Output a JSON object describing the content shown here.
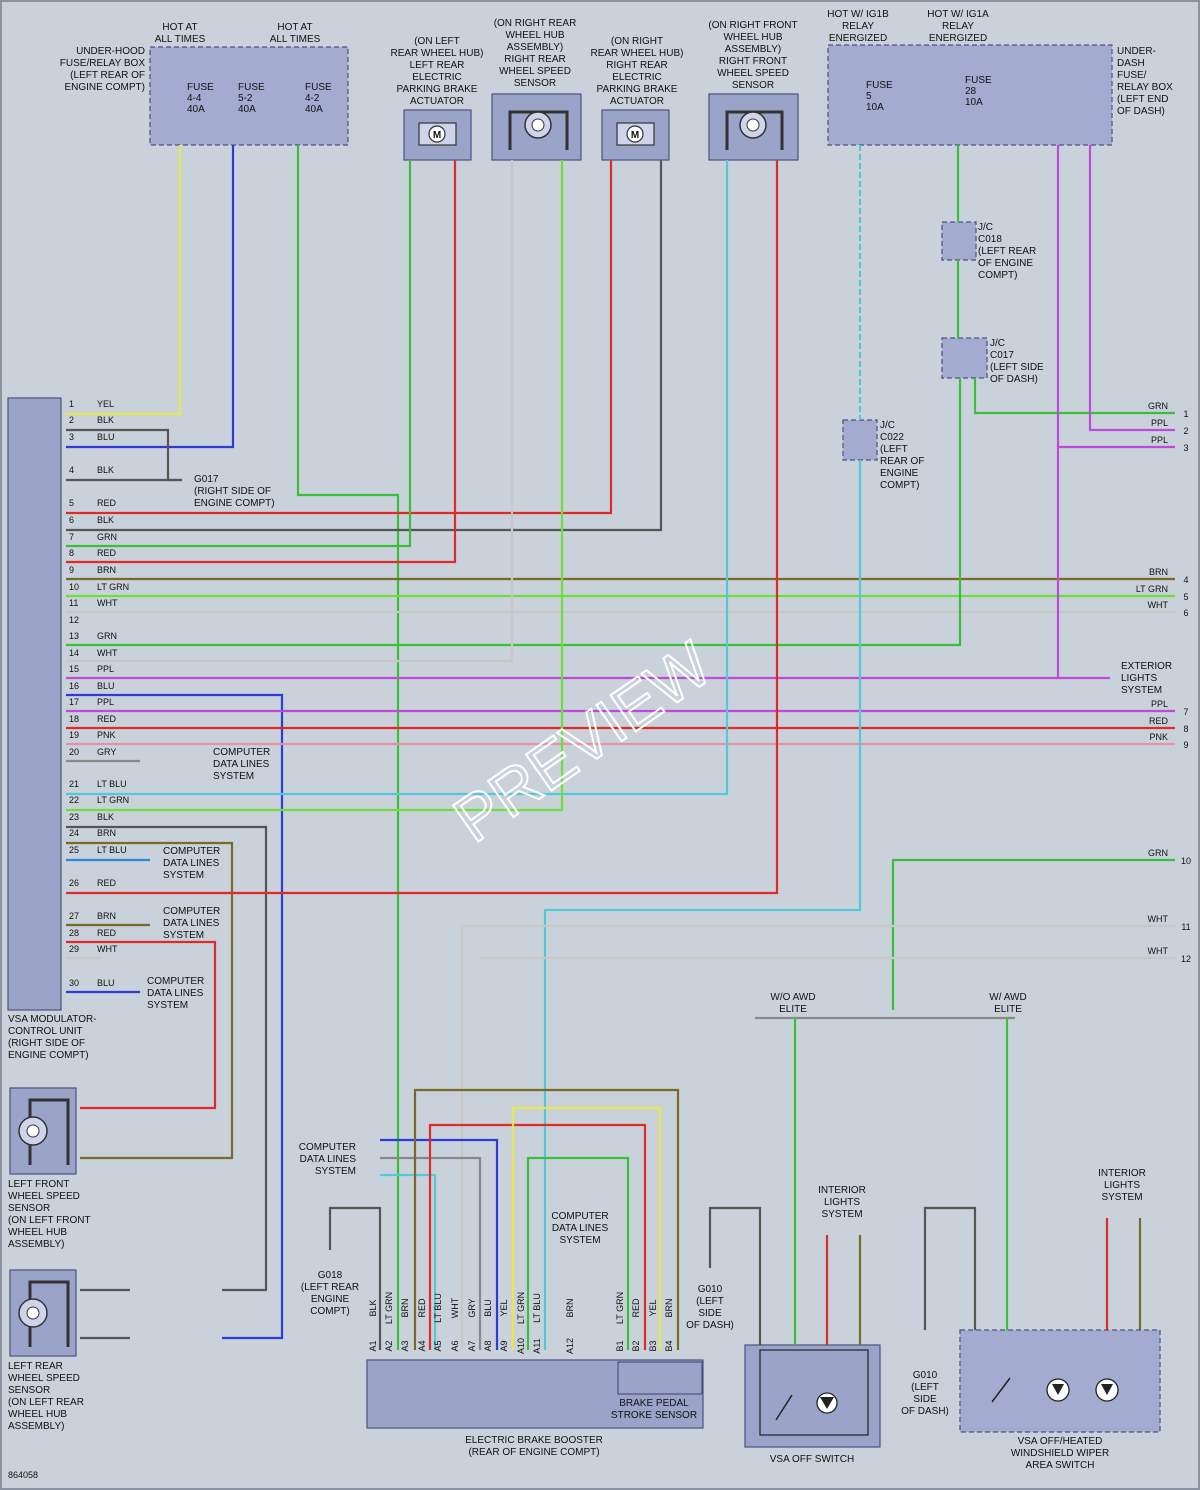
{
  "diagram_id": "864058",
  "watermark": "PREVIEW",
  "top_headers": {
    "hot1": "HOT AT|ALL TIMES",
    "hot2": "HOT AT|ALL TIMES",
    "hot3": "HOT W/ IG1B|RELAY|ENERGIZED",
    "hot4": "HOT W/ IG1A|RELAY|ENERGIZED"
  },
  "components": {
    "underhood_box": "UNDER-HOOD|FUSE/RELAY BOX|(LEFT REAR OF|ENGINE COMPT)",
    "underdash_box": "UNDER-|DASH|FUSE/|RELAY BOX|(LEFT END|OF DASH)",
    "lr_brake": "(ON LEFT|REAR WHEEL HUB)|LEFT REAR|ELECTRIC|PARKING BRAKE|ACTUATOR",
    "rr_sensor": "(ON RIGHT REAR|WHEEL HUB|ASSEMBLY)|RIGHT REAR|WHEEL SPEED|SENSOR",
    "rr_brake": "(ON RIGHT|REAR WHEEL HUB)|RIGHT REAR|ELECTRIC|PARKING BRAKE|ACTUATOR",
    "rf_sensor": "(ON RIGHT FRONT|WHEEL HUB|ASSEMBLY)|RIGHT FRONT|WHEEL SPEED|SENSOR",
    "vsa_unit": "VSA MODULATOR-|CONTROL UNIT|(RIGHT SIDE OF|ENGINE COMPT)",
    "lf_sensor": "LEFT FRONT|WHEEL SPEED|SENSOR|(ON LEFT FRONT|WHEEL HUB|ASSEMBLY)",
    "lr_sensor": "LEFT REAR|WHEEL SPEED|SENSOR|(ON LEFT REAR|WHEEL HUB|ASSEMBLY)",
    "brake_booster": "ELECTRIC BRAKE BOOSTER|(REAR OF ENGINE COMPT)",
    "brake_pedal": "BRAKE PEDAL|STROKE SENSOR",
    "vsa_off": "VSA OFF SWITCH",
    "wiper_switch": "VSA OFF/HEATED|WINDSHIELD WIPER|AREA SWITCH"
  },
  "fuses": [
    {
      "label": "FUSE|4-4|40A"
    },
    {
      "label": "FUSE|5-2|40A"
    },
    {
      "label": "FUSE|4-2|40A"
    },
    {
      "label": "FUSE|5|10A"
    },
    {
      "label": "FUSE|28|10A"
    }
  ],
  "junctions": {
    "c018": "J/C|C018|(LEFT REAR|OF ENGINE|COMPT)",
    "c017": "J/C|C017|(LEFT SIDE|OF DASH)",
    "c022": "J/C|C022|(LEFT|REAR OF|ENGINE|COMPT)"
  },
  "grounds": {
    "g017": "G017|(RIGHT SIDE OF|ENGINE COMPT)",
    "g018": "G018|(LEFT REAR|ENGINE|COMPT)",
    "g010a": "G010|(LEFT|SIDE|OF DASH)",
    "g010b": "G010|(LEFT|SIDE|OF DASH)"
  },
  "systems": {
    "cdl": "COMPUTER|DATA LINES|SYSTEM",
    "ext": "EXTERIOR|LIGHTS|SYSTEM",
    "int": "INTERIOR|LIGHTS|SYSTEM"
  },
  "branch_labels": {
    "wo_awd": "W/O AWD|ELITE",
    "w_awd": "W/ AWD|ELITE"
  },
  "vsa_pins": [
    {
      "n": "1",
      "c": "YEL"
    },
    {
      "n": "2",
      "c": "BLK"
    },
    {
      "n": "3",
      "c": "BLU"
    },
    {
      "n": "4",
      "c": "BLK"
    },
    {
      "n": "5",
      "c": "RED"
    },
    {
      "n": "6",
      "c": "BLK"
    },
    {
      "n": "7",
      "c": "GRN"
    },
    {
      "n": "8",
      "c": "RED"
    },
    {
      "n": "9",
      "c": "BRN"
    },
    {
      "n": "10",
      "c": "LT GRN"
    },
    {
      "n": "11",
      "c": "WHT"
    },
    {
      "n": "12",
      "c": ""
    },
    {
      "n": "13",
      "c": "GRN"
    },
    {
      "n": "14",
      "c": "WHT"
    },
    {
      "n": "15",
      "c": "PPL"
    },
    {
      "n": "16",
      "c": "BLU"
    },
    {
      "n": "17",
      "c": "PPL"
    },
    {
      "n": "18",
      "c": "RED"
    },
    {
      "n": "19",
      "c": "PNK"
    },
    {
      "n": "20",
      "c": "GRY"
    },
    {
      "n": "21",
      "c": "LT BLU"
    },
    {
      "n": "22",
      "c": "LT GRN"
    },
    {
      "n": "23",
      "c": "BLK"
    },
    {
      "n": "24",
      "c": "BRN"
    },
    {
      "n": "25",
      "c": "LT BLU"
    },
    {
      "n": "26",
      "c": "RED"
    },
    {
      "n": "27",
      "c": "BRN"
    },
    {
      "n": "28",
      "c": "RED"
    },
    {
      "n": "29",
      "c": "WHT"
    },
    {
      "n": "30",
      "c": "BLU"
    }
  ],
  "right_edge": [
    {
      "n": "1",
      "c": "GRN"
    },
    {
      "n": "2",
      "c": "PPL"
    },
    {
      "n": "3",
      "c": "PPL"
    },
    {
      "n": "4",
      "c": "BRN"
    },
    {
      "n": "5",
      "c": "LT GRN"
    },
    {
      "n": "6",
      "c": "WHT"
    },
    {
      "n": "7",
      "c": "PPL"
    },
    {
      "n": "8",
      "c": "RED"
    },
    {
      "n": "9",
      "c": "PNK"
    },
    {
      "n": "10",
      "c": "GRN"
    },
    {
      "n": "11",
      "c": "WHT"
    },
    {
      "n": "12",
      "c": "WHT"
    }
  ],
  "booster_pins": [
    "A1",
    "A2",
    "A3",
    "A4",
    "A5",
    "A6",
    "A7",
    "A8",
    "A9",
    "A10",
    "A11",
    "A12",
    "B1",
    "B2",
    "B3",
    "B4"
  ],
  "booster_wires": [
    "BLK",
    "LT GRN",
    "BRN",
    "RED",
    "LT BLU",
    "WHT",
    "GRY",
    "BLU",
    "YEL",
    "LT GRN",
    "LT BLU",
    "BRN",
    "LT GRN",
    "RED",
    "YEL",
    "BRN"
  ]
}
